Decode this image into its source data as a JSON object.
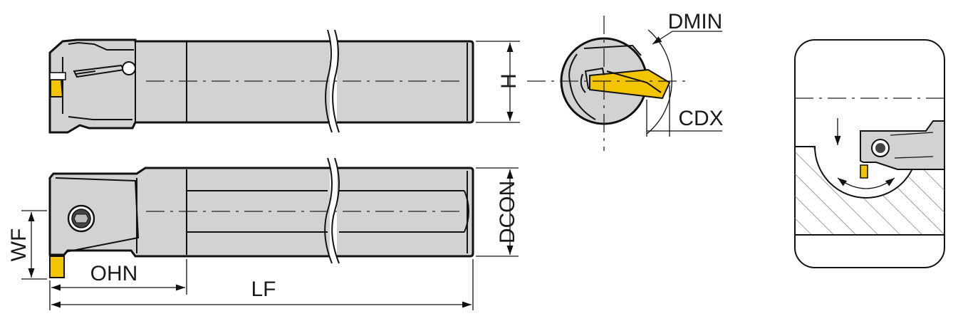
{
  "labels": {
    "dmin": "DMIN",
    "h": "H",
    "cdx": "CDX",
    "dcon": "DCON",
    "wf": "WF",
    "ohn": "OHN",
    "lf": "LF"
  },
  "colors": {
    "insert": "#f2c500",
    "body": "#d2d2d2",
    "line": "#111111",
    "hatch": "#888888"
  }
}
